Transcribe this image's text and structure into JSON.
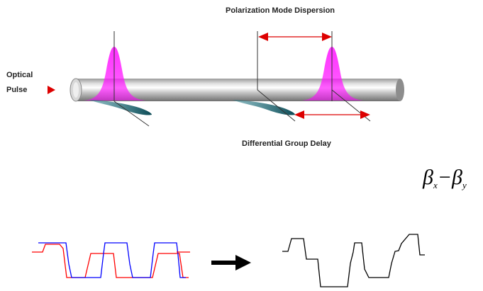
{
  "labels": {
    "pmd": "Polarization Mode Dispersion",
    "optical": "Optical",
    "pulse": "Pulse",
    "dgd": "Differential Group Delay"
  },
  "formula": {
    "beta1": "β",
    "sub1": "x",
    "minus": "−",
    "beta2": "β",
    "sub2": "y"
  },
  "colors": {
    "pulse": "#ff00ff",
    "shadow": "#0b5360",
    "arrow": "#dd0000",
    "fiber": "#b8b8b8",
    "signal_blue": "#0000ff",
    "signal_red": "#ff0000",
    "output": "#000000",
    "big_arrow": "#000000"
  },
  "icons": {
    "input_marker": "red-triangle-right-icon",
    "transform_arrow": "right-arrow-icon"
  }
}
